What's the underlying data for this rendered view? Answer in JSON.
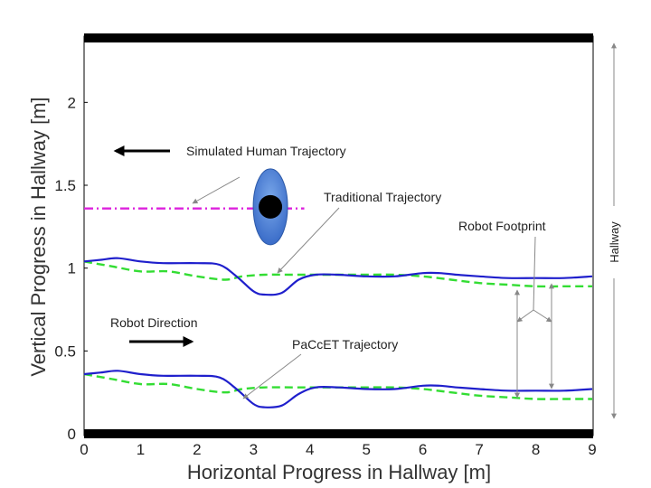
{
  "chart_data": {
    "type": "line",
    "title": "",
    "xlabel": "Horizontal Progress in Hallway [m]",
    "ylabel": "Vertical Progress in Hallway [m]",
    "xlim": [
      0,
      9
    ],
    "ylim": [
      0,
      2.4
    ],
    "xticks": [
      "0",
      "1",
      "2",
      "3",
      "4",
      "5",
      "6",
      "7",
      "8",
      "9"
    ],
    "yticks": [
      "0",
      "0.5",
      "1",
      "1.5",
      "2"
    ],
    "grid": false,
    "series": [
      {
        "name": "PaCcET Trajectory",
        "color": "#1f1fcc",
        "style": "solid",
        "sides": [
          {
            "x": [
              0,
              0.3,
              0.6,
              1,
              1.4,
              2,
              2.4,
              2.7,
              3,
              3.2,
              3.5,
              3.8,
              4.1,
              4.5,
              5,
              5.5,
              6,
              6.3,
              6.6,
              7,
              7.5,
              8,
              8.5,
              9
            ],
            "y": [
              1.04,
              1.05,
              1.06,
              1.04,
              1.03,
              1.03,
              1.02,
              0.95,
              0.86,
              0.84,
              0.85,
              0.93,
              0.96,
              0.96,
              0.95,
              0.95,
              0.97,
              0.97,
              0.96,
              0.95,
              0.94,
              0.94,
              0.94,
              0.95
            ]
          },
          {
            "x": [
              0,
              0.3,
              0.6,
              1,
              1.4,
              2,
              2.4,
              2.7,
              3,
              3.2,
              3.5,
              3.8,
              4.1,
              4.5,
              5,
              5.5,
              6,
              6.3,
              6.6,
              7,
              7.5,
              8,
              8.5,
              9
            ],
            "y": [
              0.36,
              0.37,
              0.38,
              0.36,
              0.35,
              0.35,
              0.34,
              0.27,
              0.18,
              0.16,
              0.17,
              0.24,
              0.28,
              0.28,
              0.27,
              0.27,
              0.29,
              0.29,
              0.28,
              0.27,
              0.26,
              0.26,
              0.26,
              0.27
            ]
          }
        ]
      },
      {
        "name": "Traditional Trajectory",
        "color": "#33dd33",
        "style": "dashed",
        "sides": [
          {
            "x": [
              0,
              0.5,
              1,
              1.5,
              2,
              2.5,
              2.8,
              3.2,
              3.7,
              4.2,
              5,
              5.5,
              6,
              6.5,
              7,
              7.5,
              8,
              8.5,
              9
            ],
            "y": [
              1.04,
              1.01,
              0.98,
              0.98,
              0.95,
              0.93,
              0.95,
              0.96,
              0.96,
              0.96,
              0.96,
              0.96,
              0.95,
              0.93,
              0.91,
              0.9,
              0.89,
              0.89,
              0.89
            ]
          },
          {
            "x": [
              0,
              0.5,
              1,
              1.5,
              2,
              2.5,
              2.8,
              3.2,
              3.7,
              4.2,
              5,
              5.5,
              6,
              6.5,
              7,
              7.5,
              8,
              8.5,
              9
            ],
            "y": [
              0.36,
              0.33,
              0.3,
              0.3,
              0.27,
              0.25,
              0.27,
              0.28,
              0.28,
              0.28,
              0.28,
              0.28,
              0.27,
              0.25,
              0.23,
              0.22,
              0.21,
              0.21,
              0.21
            ]
          }
        ]
      },
      {
        "name": "Simulated Human Trajectory",
        "color": "#dd22dd",
        "style": "dashdot",
        "x": [
          0,
          3.9
        ],
        "y": [
          1.36,
          1.36
        ]
      }
    ],
    "human": {
      "x": 3.3,
      "y": 1.37,
      "color": "#4a7fd4"
    },
    "hallway_walls": [
      0,
      2.4
    ],
    "annotations": [
      {
        "text": "Simulated Human Trajectory",
        "arrow": "left"
      },
      {
        "text": "Traditional Trajectory"
      },
      {
        "text": "Robot Footprint"
      },
      {
        "text": "Robot Direction",
        "arrow": "right"
      },
      {
        "text": "PaCcET Trajectory"
      },
      {
        "text": "Hallway"
      }
    ]
  }
}
